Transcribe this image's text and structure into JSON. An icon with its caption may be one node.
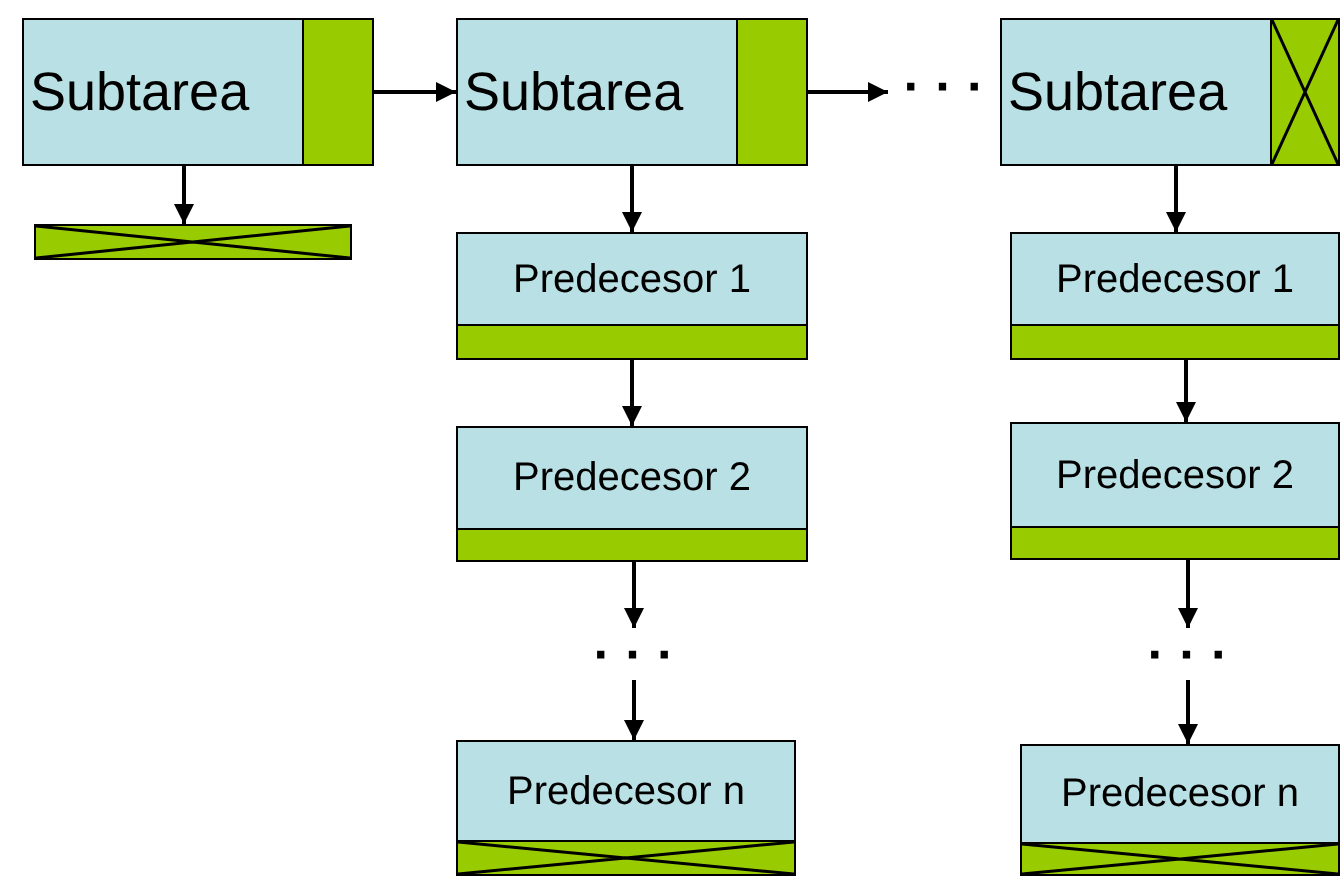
{
  "diagram": {
    "nodes": [
      {
        "text": [
          "Subtarea"
        ]
      },
      {
        "text": [],
        "shape": "bar"
      },
      {
        "text": [
          "Subtarea"
        ]
      },
      {
        "text": [
          "Predecesor 1"
        ]
      },
      {
        "text": [
          "Predecesor 2"
        ]
      },
      {
        "text": [
          "· · ·"
        ]
      },
      {
        "text": [
          "Predecesor n"
        ]
      },
      {
        "text": [
          "· · ·"
        ]
      },
      {
        "text": [
          "Subtarea"
        ]
      },
      {
        "text": [
          "Predecesor 1"
        ]
      },
      {
        "text": [
          "Predecesor 2"
        ]
      },
      {
        "text": [
          "· · ·"
        ]
      },
      {
        "text": [
          "Predecesor n"
        ]
      }
    ],
    "edges": [
      {
        "from": 0,
        "to": 2,
        "arrow": "to"
      },
      {
        "from": 0,
        "to": 1,
        "arrow": "to"
      },
      {
        "from": 2,
        "to": 3,
        "arrow": "to"
      },
      {
        "from": 3,
        "to": 4,
        "arrow": "to"
      },
      {
        "from": 4,
        "to": 5,
        "arrow": "to"
      },
      {
        "from": 5,
        "to": 6,
        "arrow": "to"
      },
      {
        "from": 2,
        "to": 7,
        "arrow": "to"
      },
      {
        "from": 8,
        "to": 9,
        "arrow": "to"
      },
      {
        "from": 9,
        "to": 10,
        "arrow": "to"
      },
      {
        "from": 10,
        "to": 11,
        "arrow": "to"
      },
      {
        "from": 11,
        "to": 12,
        "arrow": "to"
      }
    ]
  }
}
